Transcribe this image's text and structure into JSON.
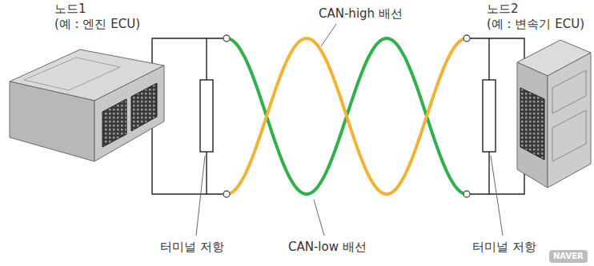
{
  "diagram": {
    "labels": [
      "노드1",
      "(예 : 엔진 ECU)",
      "CAN-high 배선",
      "노드2",
      "(예 : 변속기 ECU)",
      "터미널 저항",
      "CAN-low 배선",
      "터미널 저항",
      "NAVER"
    ]
  }
}
